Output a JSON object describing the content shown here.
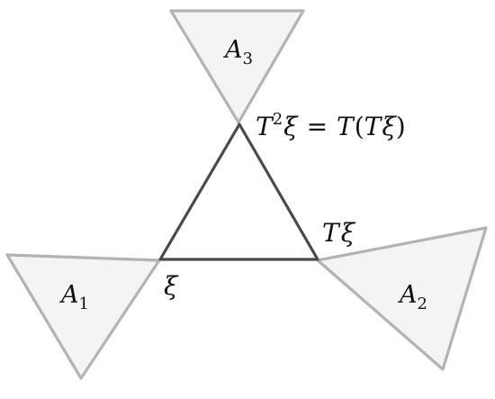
{
  "regions": [
    {
      "id": "A1",
      "letter": "A",
      "index": "1"
    },
    {
      "id": "A2",
      "letter": "A",
      "index": "2"
    },
    {
      "id": "A3",
      "letter": "A",
      "index": "3"
    }
  ],
  "points": {
    "xi": {
      "symbol": "ξ"
    },
    "t_xi": {
      "op": "T",
      "symbol": "ξ"
    },
    "t2_xi": {
      "op": "T",
      "power": "2",
      "symbol": "ξ",
      "equals": "=",
      "rhs_op": "T",
      "rhs_open": "(",
      "rhs_inner_op": "T",
      "rhs_symbol": "ξ",
      "rhs_close": ")"
    }
  },
  "colors": {
    "region_fill": "#f4f4f4",
    "region_stroke": "#b3b3b3",
    "cycle_stroke": "#4a4a4a"
  }
}
